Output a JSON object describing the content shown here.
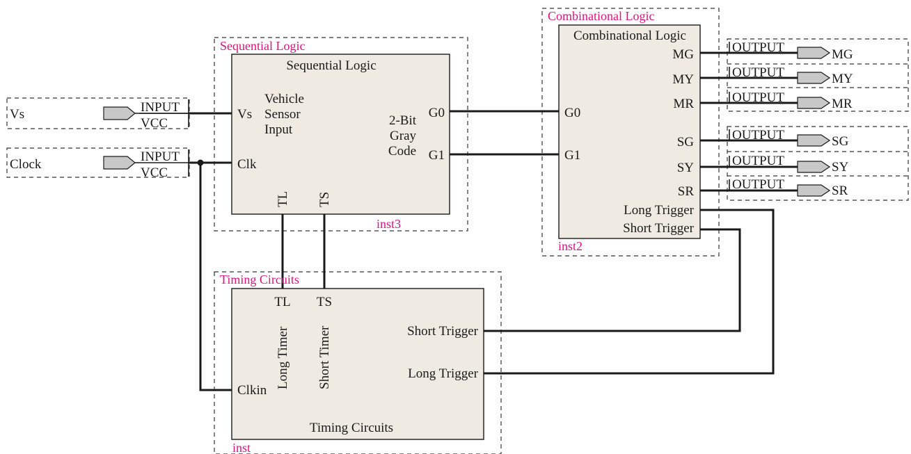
{
  "colors": {
    "block_fill": "#efebe2",
    "instance_label": "#e0117f",
    "wire": "#1a1a1a",
    "pin_fill": "#c8c8c8"
  },
  "inputs": [
    {
      "name": "Vs",
      "type": "INPUT",
      "default": "VCC"
    },
    {
      "name": "Clock",
      "type": "INPUT",
      "default": "VCC"
    }
  ],
  "outputs": [
    {
      "type": "OUTPUT",
      "name": "MG"
    },
    {
      "type": "OUTPUT",
      "name": "MY"
    },
    {
      "type": "OUTPUT",
      "name": "MR"
    },
    {
      "type": "OUTPUT",
      "name": "SG"
    },
    {
      "type": "OUTPUT",
      "name": "SY"
    },
    {
      "type": "OUTPUT",
      "name": "SR"
    }
  ],
  "sequential": {
    "group_label": "Sequential Logic",
    "title": "Sequential Logic",
    "instance": "inst3",
    "pin_vs": "Vs",
    "pin_clk": "Clk",
    "desc_1": "Vehicle",
    "desc_2": "Sensor",
    "desc_3": "Input",
    "code_1": "2-Bit",
    "code_2": "Gray",
    "code_3": "Code",
    "pin_g0": "G0",
    "pin_g1": "G1",
    "pin_tl": "TL",
    "pin_ts": "TS"
  },
  "combinational": {
    "group_label": "Combinational Logic",
    "title": "Combinational Logic",
    "instance": "inst2",
    "pin_g0": "G0",
    "pin_g1": "G1",
    "pin_mg": "MG",
    "pin_my": "MY",
    "pin_mr": "MR",
    "pin_sg": "SG",
    "pin_sy": "SY",
    "pin_sr": "SR",
    "pin_long": "Long Trigger",
    "pin_short": "Short Trigger"
  },
  "timing": {
    "group_label": "Timing Circuits",
    "title": "Timing Circuits",
    "instance": "inst",
    "pin_tl": "TL",
    "pin_ts": "TS",
    "long_timer": "Long Timer",
    "short_timer": "Short Timer",
    "pin_clkin": "Clkin",
    "pin_short": "Short Trigger",
    "pin_long": "Long Trigger"
  }
}
